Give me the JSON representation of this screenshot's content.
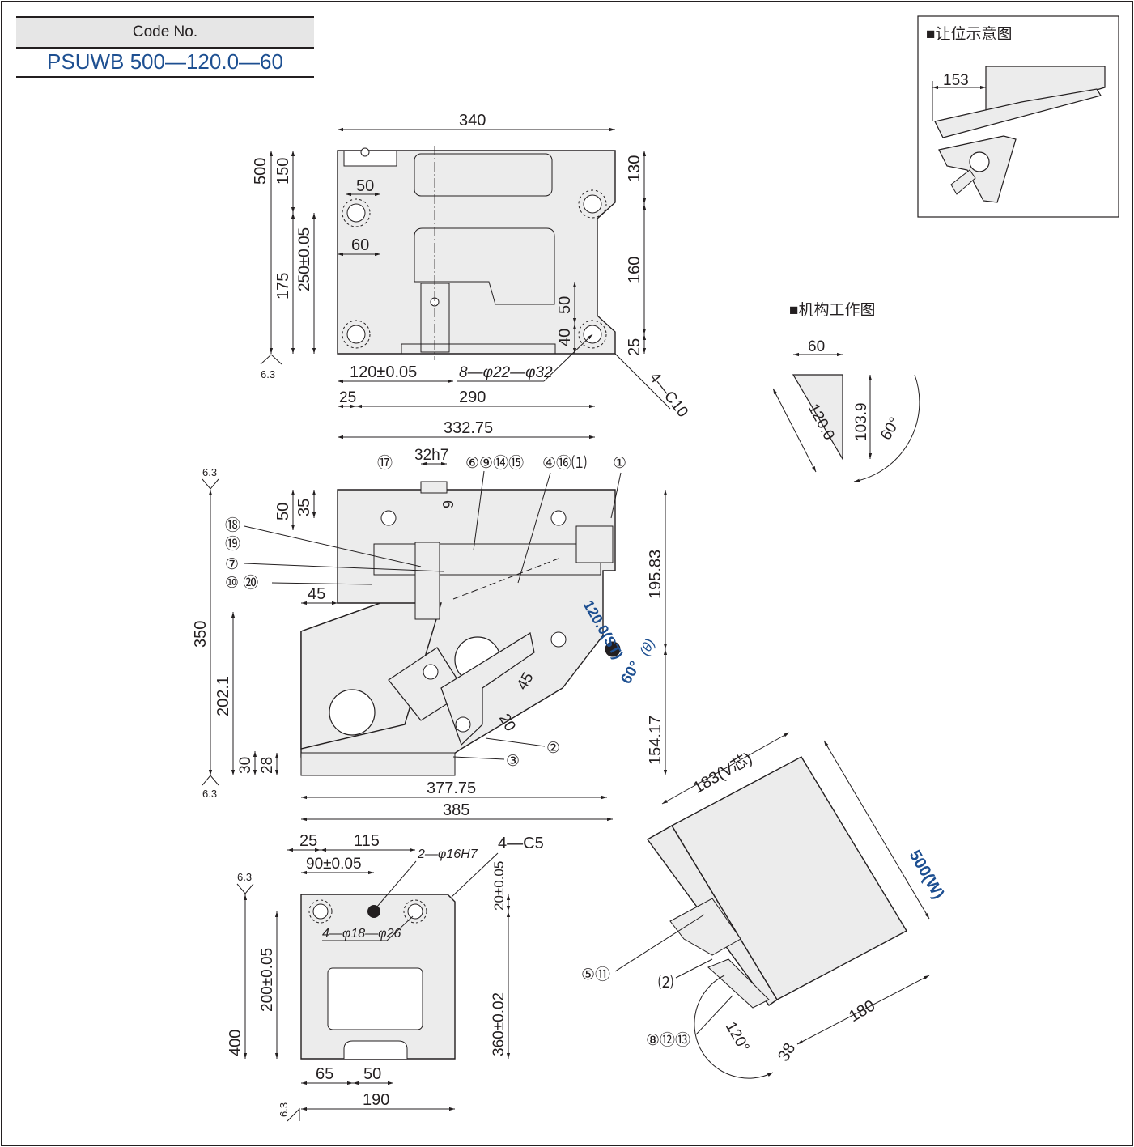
{
  "code_block": {
    "header": "Code No.",
    "value": "PSUWB 500—120.0—60"
  },
  "inset_clearance": {
    "title": "■让位示意图",
    "dim": "153"
  },
  "inset_mechanism": {
    "title": "■机构工作图",
    "dim_top": "60",
    "dim_slant": "120.0",
    "dim_vert": "103.9",
    "dim_angle": "60°"
  },
  "top_view": {
    "dims": {
      "width": "340",
      "total_h": "500",
      "h150": "150",
      "h175": "175",
      "tol250": "250±0.05",
      "h50": "50",
      "h60": "60",
      "r130": "130",
      "r160": "160",
      "r50": "50",
      "r40": "40",
      "r25": "25",
      "hole_pitch": "120±0.05",
      "holes": "8—φ22—φ32",
      "bot25": "25",
      "bot290": "290",
      "chamfer": "4—C10"
    }
  },
  "front_view": {
    "dims": {
      "w332": "332.75",
      "key": "32h7",
      "d9": "9",
      "d50": "50",
      "d35": "35",
      "d45": "45",
      "total_h": "350",
      "h202": "202.1",
      "h30": "30",
      "h28": "28",
      "w377": "377.75",
      "w385": "385",
      "r195": "195.83",
      "r154": "154.17",
      "stroke": "120.0(ST)",
      "angle": "60°",
      "theta": "(θ)",
      "d45b": "45",
      "d20": "20"
    },
    "callouts": {
      "c17": "⑰",
      "c6": "⑥⑨⑭⑮",
      "c4": "④⑯⑴",
      "c1": "①",
      "c18": "⑱",
      "c19": "⑲",
      "c7": "⑦",
      "c10": "⑩ ⑳",
      "c2": "②",
      "c3": "③"
    }
  },
  "bottom_view": {
    "dims": {
      "w25": "25",
      "w115": "115",
      "tol90": "90±0.05",
      "pin": "2—φ16H7",
      "chamfer": "4—C5",
      "holes": "4—φ18—φ26",
      "tol20": "20±0.05",
      "tol200": "200±0.05",
      "h400": "400",
      "tol360": "360±0.02",
      "w65": "65",
      "w50": "50",
      "w190": "190"
    }
  },
  "iso_view": {
    "dims": {
      "v183": "183(V芯)",
      "w500": "500(W)",
      "d180": "180",
      "d38": "38",
      "angle": "120°"
    },
    "callouts": {
      "c5": "⑤⑪",
      "c22": "⑵",
      "c8": "⑧⑫⑬"
    }
  },
  "roughness": "6.3",
  "colors": {
    "line": "#231f20",
    "fill": "#ececec",
    "accent": "#1d4f91"
  }
}
